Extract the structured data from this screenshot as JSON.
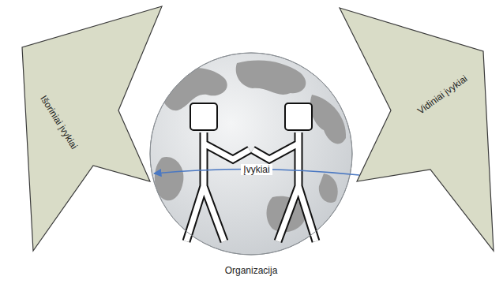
{
  "diagram": {
    "nodes": [
      {
        "text": [
          "Išoriniai įvykiai"
        ]
      },
      {
        "text": [
          "Organizacija"
        ]
      },
      {
        "text": [
          "Vidiniai įvykiai"
        ]
      }
    ],
    "edges": [
      {
        "from": 2,
        "to": 0,
        "arrow": "to",
        "label": "Įvykiai"
      }
    ]
  }
}
